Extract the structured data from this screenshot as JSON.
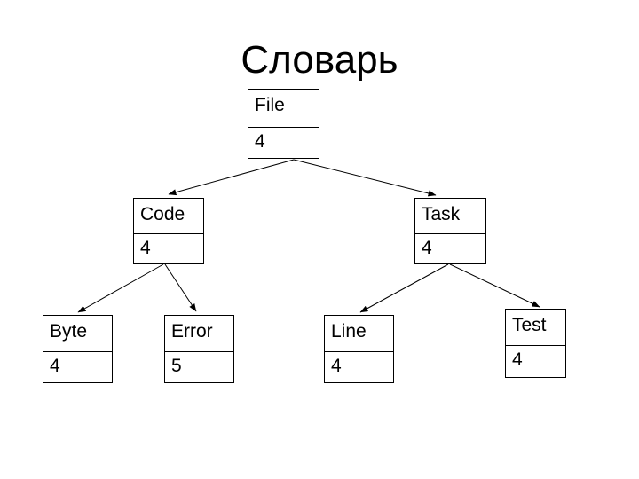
{
  "slide": {
    "title": "Словарь"
  },
  "colors": {
    "background": "#ffffff",
    "ink": "#000000"
  },
  "nodes": {
    "file": {
      "label": "File",
      "value": "4"
    },
    "code": {
      "label": "Code",
      "value": "4"
    },
    "task": {
      "label": "Task",
      "value": "4"
    },
    "byte": {
      "label": "Byte",
      "value": "4"
    },
    "error": {
      "label": "Error",
      "value": "5"
    },
    "line": {
      "label": "Line",
      "value": "4"
    },
    "test": {
      "label": "Test",
      "value": "4"
    }
  },
  "edges": [
    {
      "from": "File",
      "to": "Code"
    },
    {
      "from": "File",
      "to": "Task"
    },
    {
      "from": "Code",
      "to": "Byte"
    },
    {
      "from": "Code",
      "to": "Error"
    },
    {
      "from": "Task",
      "to": "Line"
    },
    {
      "from": "Task",
      "to": "Test"
    }
  ]
}
